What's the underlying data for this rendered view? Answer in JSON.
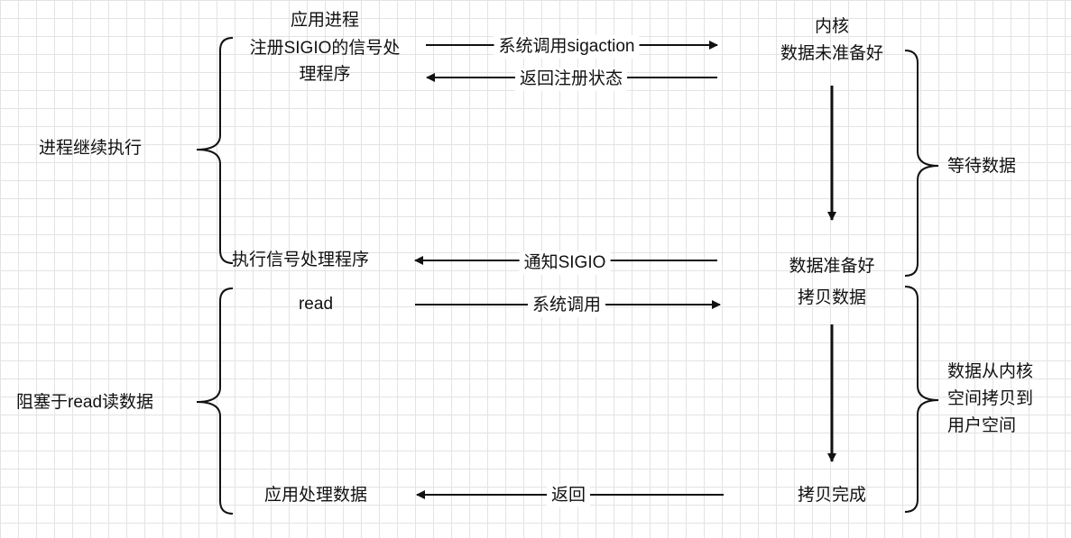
{
  "left_labels": {
    "continue": "进程继续执行",
    "block": "阻塞于read读数据"
  },
  "app": {
    "title": "应用进程",
    "register_line1": "注册SIGIO的信号处",
    "register_line2": "理程序",
    "run_handler": "执行信号处理程序",
    "read": "read",
    "process": "应用处理数据"
  },
  "kernel": {
    "title": "内核",
    "not_ready": "数据未准备好",
    "ready": "数据准备好",
    "copy": "拷贝数据",
    "done": "拷贝完成"
  },
  "arrows": {
    "sigaction": "系统调用sigaction",
    "reg_status": "返回注册状态",
    "notify": "通知SIGIO",
    "syscall": "系统调用",
    "return": "返回"
  },
  "right_labels": {
    "wait": "等待数据",
    "copy_line1": "数据从内核",
    "copy_line2": "空间拷贝到",
    "copy_line3": "用户空间"
  }
}
